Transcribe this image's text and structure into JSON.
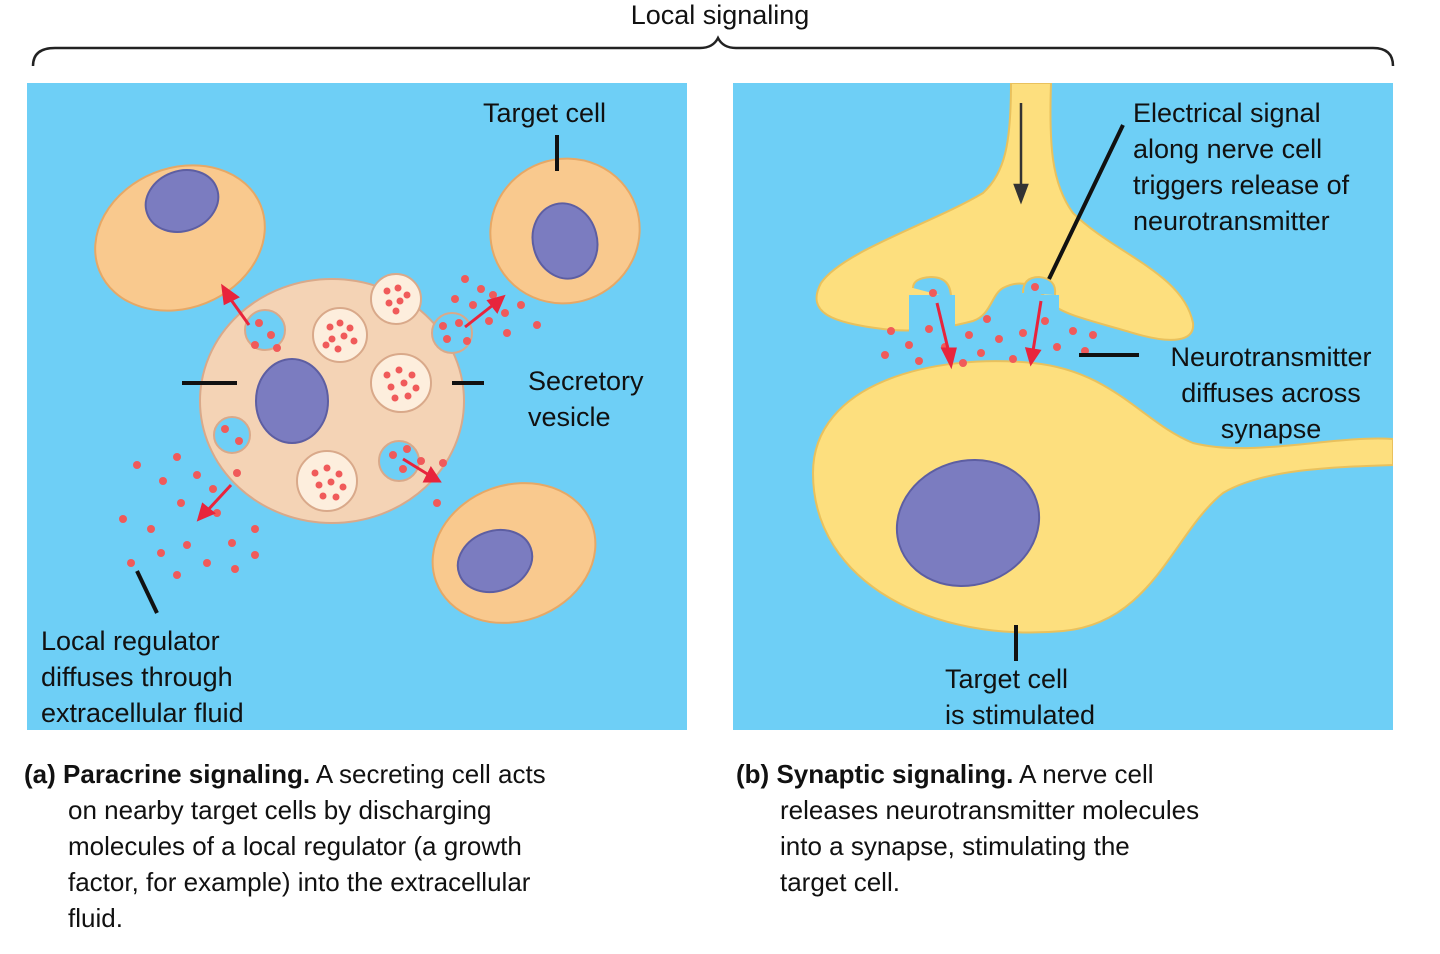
{
  "header": {
    "title": "Local signaling"
  },
  "panel_a": {
    "labels": {
      "target_cell": "Target cell",
      "secretory_vesicle": [
        "Secretory",
        "vesicle"
      ],
      "local_regulator": [
        "Local regulator",
        "diffuses through",
        "extracellular fluid"
      ]
    },
    "caption": {
      "tag": "(a)",
      "heading": "Paracrine signaling.",
      "lines": [
        " A secreting cell acts",
        "on nearby target cells by discharging",
        "molecules of a local regulator (a growth",
        "factor, for example) into the extracellular",
        "fluid."
      ]
    }
  },
  "panel_b": {
    "labels": {
      "electrical_signal": [
        "Electrical signal",
        "along nerve cell",
        "triggers release of",
        "neurotransmitter"
      ],
      "neurotransmitter": [
        "Neurotransmitter",
        "diffuses across",
        "synapse"
      ],
      "target_cell": [
        "Target cell",
        "is stimulated"
      ]
    },
    "caption": {
      "tag": "(b)",
      "heading": "Synaptic signaling.",
      "lines": [
        " A nerve cell",
        "releases neurotransmitter molecules",
        "into a synapse, stimulating the",
        "target cell."
      ]
    }
  },
  "colors": {
    "background": "#6ecff6",
    "target_cell": "#f9c98e",
    "secreting_cell": "#f4d3b5",
    "nucleus": "#7b7cc0",
    "nerve_cell": "#fddf7e",
    "molecule": "#f05a5a",
    "arrow": "#e8243c"
  }
}
